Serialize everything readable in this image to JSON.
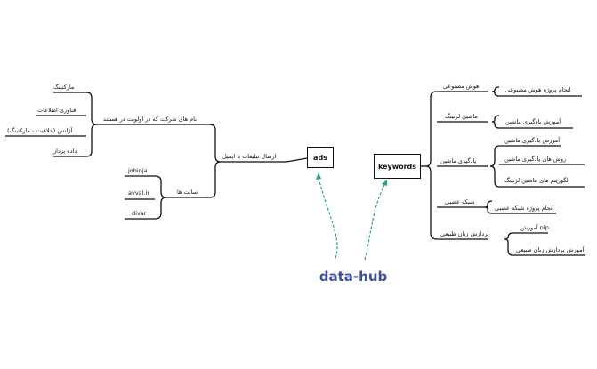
{
  "hub": {
    "label": "data-hub"
  },
  "ads": {
    "label": "ads",
    "branch": "ارسال تبلیغات با ایمیل",
    "groups": [
      {
        "label": "نام های شرکت که در اولویت در هستند",
        "items": [
          "مارکتینگ",
          "فناوری اطلاعات",
          "آژانس (خلاقیت - مارکتینگ)",
          "داده پرداز"
        ]
      },
      {
        "label": "سایت ها",
        "items": [
          "jobinja",
          "avval.ir",
          "divar"
        ]
      }
    ]
  },
  "keywords": {
    "label": "keywords",
    "branches": [
      {
        "label": "هوش مصنوعی",
        "items": [
          "انجام پروژه هوش مصنوعی"
        ]
      },
      {
        "label": "ماشین لرنینگ",
        "items": [
          "آموزش یادگیری ماشین"
        ]
      },
      {
        "label": "یادگیری ماشین",
        "items": [
          "آموزش یادگیری ماشین",
          "روش های یادگیری ماشین",
          "الگوریتم های ماشین لرنینگ"
        ]
      },
      {
        "label": "شبکه عصبی",
        "items": [
          "انجام پروژه شبکه عصبی"
        ]
      },
      {
        "label": "پردازش زبان طبیعی",
        "items": [
          "آموزش nlp",
          "آموزش پردازش زبان طبیعی"
        ]
      }
    ]
  },
  "colors": {
    "line": "#111111",
    "connector": "#2a9d8f",
    "hub_text": "#3b4f9c"
  }
}
